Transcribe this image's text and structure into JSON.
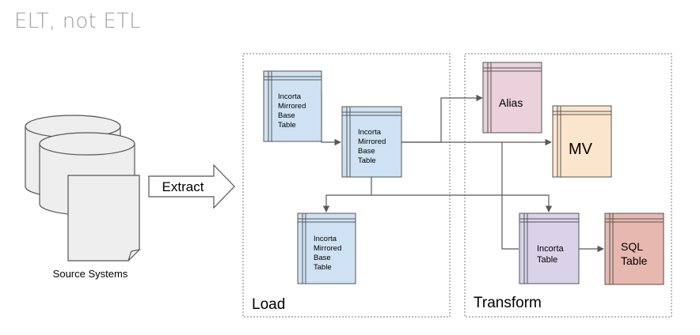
{
  "title": "ELT, not ETL",
  "source_label": "Source Systems",
  "extract_label": "Extract",
  "load_label": "Load",
  "transform_label": "Transform",
  "tables": {
    "base1": [
      "Incorta",
      "Mirrored",
      "Base",
      "Table"
    ],
    "base2": [
      "Incorta",
      "Mirrored",
      "Base",
      "Table"
    ],
    "base3": [
      "Incorta",
      "Mirrored",
      "Base",
      "Table"
    ],
    "alias": [
      "Alias"
    ],
    "mv": [
      "MV"
    ],
    "incorta_table": [
      "Incorta",
      "Table"
    ],
    "sql_table": [
      "SQL",
      "Table"
    ]
  },
  "colors": {
    "base_fill": "#cfe2f3",
    "alias_fill": "#ead1dc",
    "mv_fill": "#fce5cd",
    "incorta_table_fill": "#d9d2e9",
    "sql_table_fill": "#e6b8af",
    "line": "#595959"
  }
}
